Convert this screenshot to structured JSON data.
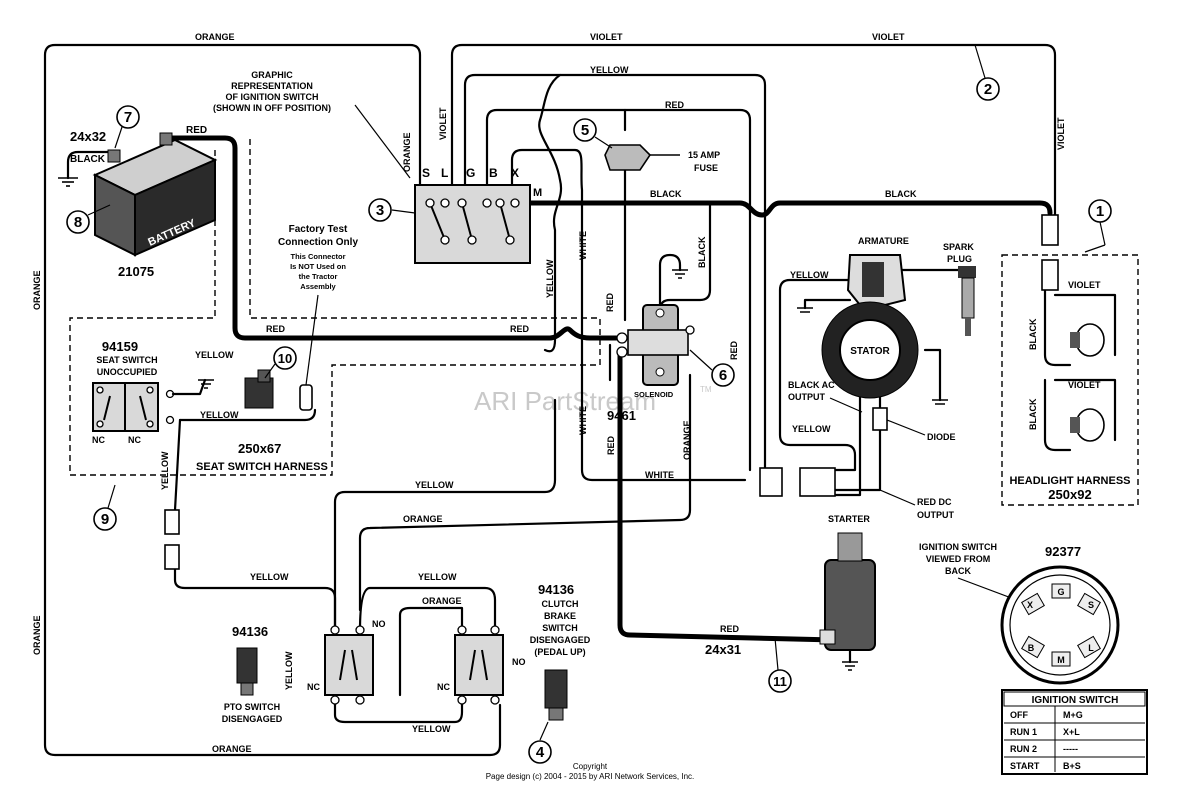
{
  "wire_labels": {
    "orange": "ORANGE",
    "violet": "VIOLET",
    "yellow": "YELLOW",
    "red": "RED",
    "black": "BLACK",
    "white": "WHITE"
  },
  "callouts": [
    "1",
    "2",
    "3",
    "4",
    "5",
    "6",
    "7",
    "8",
    "9",
    "10",
    "11"
  ],
  "battery": {
    "part": "24x32",
    "label": "BATTERY",
    "part_number": "21075",
    "cable_color": "BLACK"
  },
  "ignition": {
    "title_lines": [
      "GRAPHIC",
      "REPRESENTATION",
      "OF IGNITION SWITCH",
      "(SHOWN IN OFF POSITION)"
    ],
    "terminals": [
      "S",
      "L",
      "G",
      "B",
      "X",
      "M"
    ]
  },
  "fuse": {
    "lines": [
      "15 AMP",
      "FUSE"
    ]
  },
  "factory_test": {
    "title_lines": [
      "Factory Test",
      "Connection Only"
    ],
    "note_lines": [
      "This Connector",
      "Is NOT Used on",
      "the Tractor",
      "Assembly"
    ]
  },
  "seat_switch": {
    "part_number": "94159",
    "lines": [
      "SEAT SWITCH",
      "UNOCCUPIED"
    ],
    "nc": "NC",
    "harness_part": "250x67",
    "harness_label": "SEAT SWITCH HARNESS"
  },
  "solenoid": {
    "label": "SOLENOID",
    "part_number": "9461"
  },
  "alternator": {
    "armature": "ARMATURE",
    "spark_lines": [
      "SPARK",
      "PLUG"
    ],
    "stator": "STATOR",
    "ac_lines": [
      "BLACK AC",
      "OUTPUT"
    ],
    "diode": "DIODE",
    "dc_lines": [
      "RED DC",
      "OUTPUT"
    ]
  },
  "headlight": {
    "label": "HEADLIGHT HARNESS",
    "part": "250x92"
  },
  "starter": {
    "label": "STARTER",
    "cable_part": "24x31"
  },
  "pto": {
    "part_number": "94136",
    "lines": [
      "PTO SWITCH",
      "DISENGAGED"
    ],
    "no": "NO",
    "nc": "NC"
  },
  "clutch": {
    "part_number": "94136",
    "lines": [
      "CLUTCH",
      "BRAKE",
      "SWITCH",
      "DISENGAGED",
      "(PEDAL UP)"
    ],
    "no": "NO",
    "nc": "NC"
  },
  "switch_back": {
    "lines": [
      "IGNITION SWITCH",
      "VIEWED FROM",
      "BACK"
    ],
    "part_number": "92377",
    "pins": [
      "X",
      "G",
      "S",
      "L",
      "B",
      "M"
    ]
  },
  "ignition_table": {
    "title": "IGNITION SWITCH",
    "rows": [
      {
        "pos": "OFF",
        "conn": "M+G"
      },
      {
        "pos": "RUN 1",
        "conn": "X+L"
      },
      {
        "pos": "RUN 2",
        "conn": "-----"
      },
      {
        "pos": "START",
        "conn": "B+S"
      }
    ]
  },
  "watermark": "ARI PartStream",
  "trademark": "TM",
  "footer": {
    "line1": "Copyright",
    "line2": "Page design (c) 2004 - 2015 by ARI Network Services, Inc."
  }
}
